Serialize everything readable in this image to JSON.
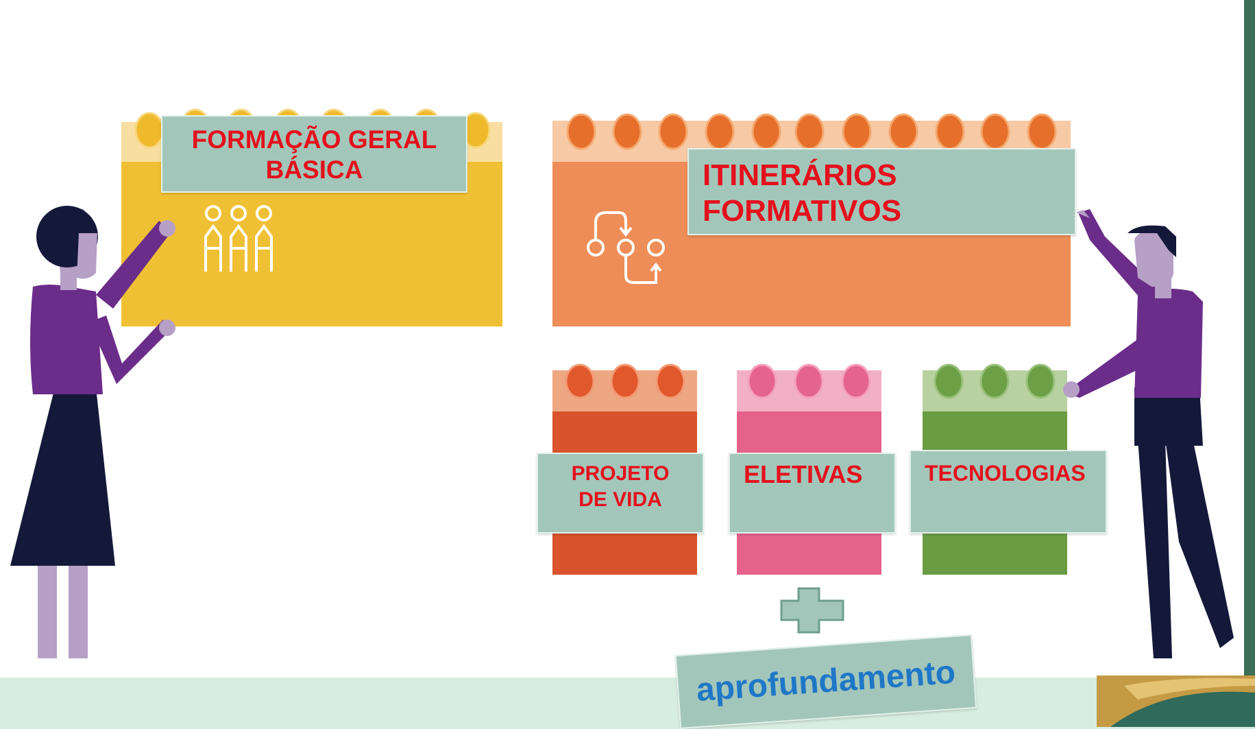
{
  "blocks": {
    "formacao": {
      "title": "FORMAÇÃO GERAL BÁSICA",
      "line1": "FORMAÇÃO GERAL",
      "line2": "BÁSICA",
      "color": "#f0c034"
    },
    "itinerarios": {
      "title": "ITINERÁRIOS FORMATIVOS",
      "line1": "ITINERÁRIOS",
      "line2": "FORMATIVOS",
      "color": "#ee8d57"
    },
    "projeto": {
      "line1": "PROJETO",
      "line2": "DE VIDA",
      "color": "#d9532c"
    },
    "eletivas": {
      "label": "ELETIVAS",
      "color": "#e4628c"
    },
    "tecnologias": {
      "label": "TECNOLOGIAS",
      "color": "#6a9c44"
    }
  },
  "plus": {
    "label": "aprofundamento"
  },
  "colors": {
    "label_bg": "#a3c6ba",
    "label_text": "#e4101c",
    "aprofundamento_text": "#1f77c7",
    "background": "#d8ede2",
    "figure_shirt": "#6b2d8a",
    "figure_skin": "#b6a0c6",
    "figure_dark": "#14193a"
  },
  "icons": [
    "people-icon",
    "pathway-icon",
    "plus-icon",
    "woman-figure",
    "man-figure"
  ]
}
